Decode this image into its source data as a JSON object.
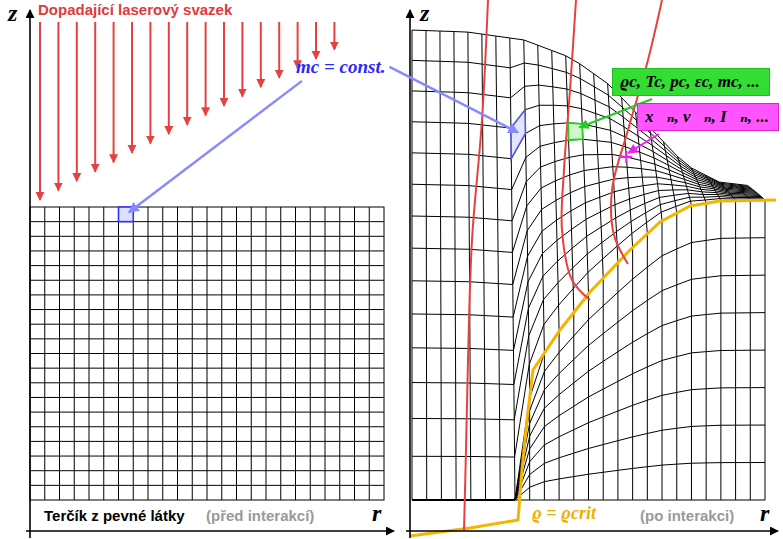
{
  "diagram": {
    "nodes": [
      {
        "text": [
          "ϱc, Tc, pc, εc, mc, ..."
        ]
      },
      {
        "text": [
          "x⃗ₙ, v⃗ₙ, I⃗ₙ, ..."
        ]
      }
    ],
    "labels": [
      "Dopadající laserový svazek",
      "z",
      "mc = const.",
      "Terčík z pevné látky",
      "(před interakcí)",
      "r",
      "z",
      "ϱ = ϱcrit",
      "(po interakci)",
      "r"
    ]
  }
}
